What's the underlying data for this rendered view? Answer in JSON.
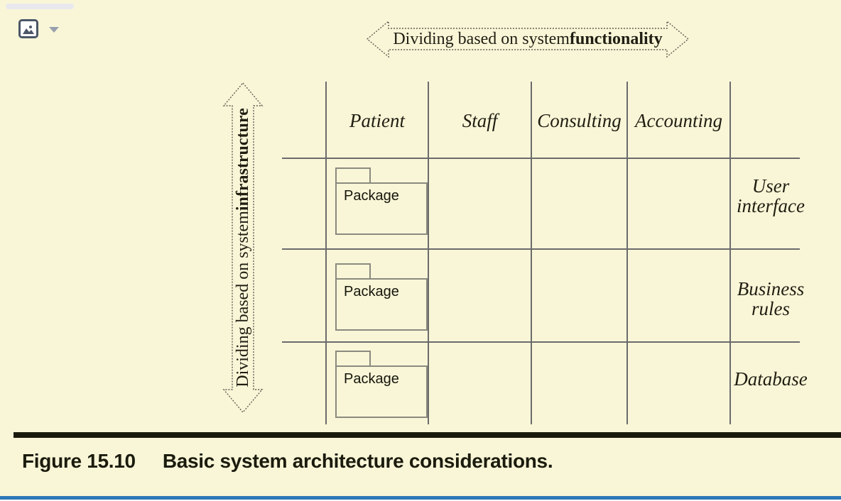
{
  "viewer": {
    "image_object_icon": "image-icon",
    "dropdown_icon": "chevron-down-icon"
  },
  "diagram": {
    "functionality_label": {
      "prefix": "Dividing based on system ",
      "bold": "functionality"
    },
    "infrastructure_label": {
      "prefix": "Dividing based on system ",
      "bold": "infrastructure"
    },
    "columns": [
      "Patient",
      "Staff",
      "Consulting",
      "Accounting"
    ],
    "rows": [
      "User\ninterface",
      "Business\nrules",
      "Database"
    ],
    "package_label": "Package",
    "packages": [
      {
        "column": "Patient",
        "row": "User interface"
      },
      {
        "column": "Patient",
        "row": "Business rules"
      },
      {
        "column": "Patient",
        "row": "Database"
      }
    ]
  },
  "caption": {
    "label": "Figure 15.10",
    "text": "Basic system architecture considerations."
  },
  "colors": {
    "page_background": "#f9f6d8",
    "grid_line": "#6b6b6b",
    "arrow_outline": "#5f5e52",
    "diagram_text": "#201e12",
    "caption_rule": "#1b1b0d",
    "bottom_accent_blue": "#2f78b8"
  }
}
